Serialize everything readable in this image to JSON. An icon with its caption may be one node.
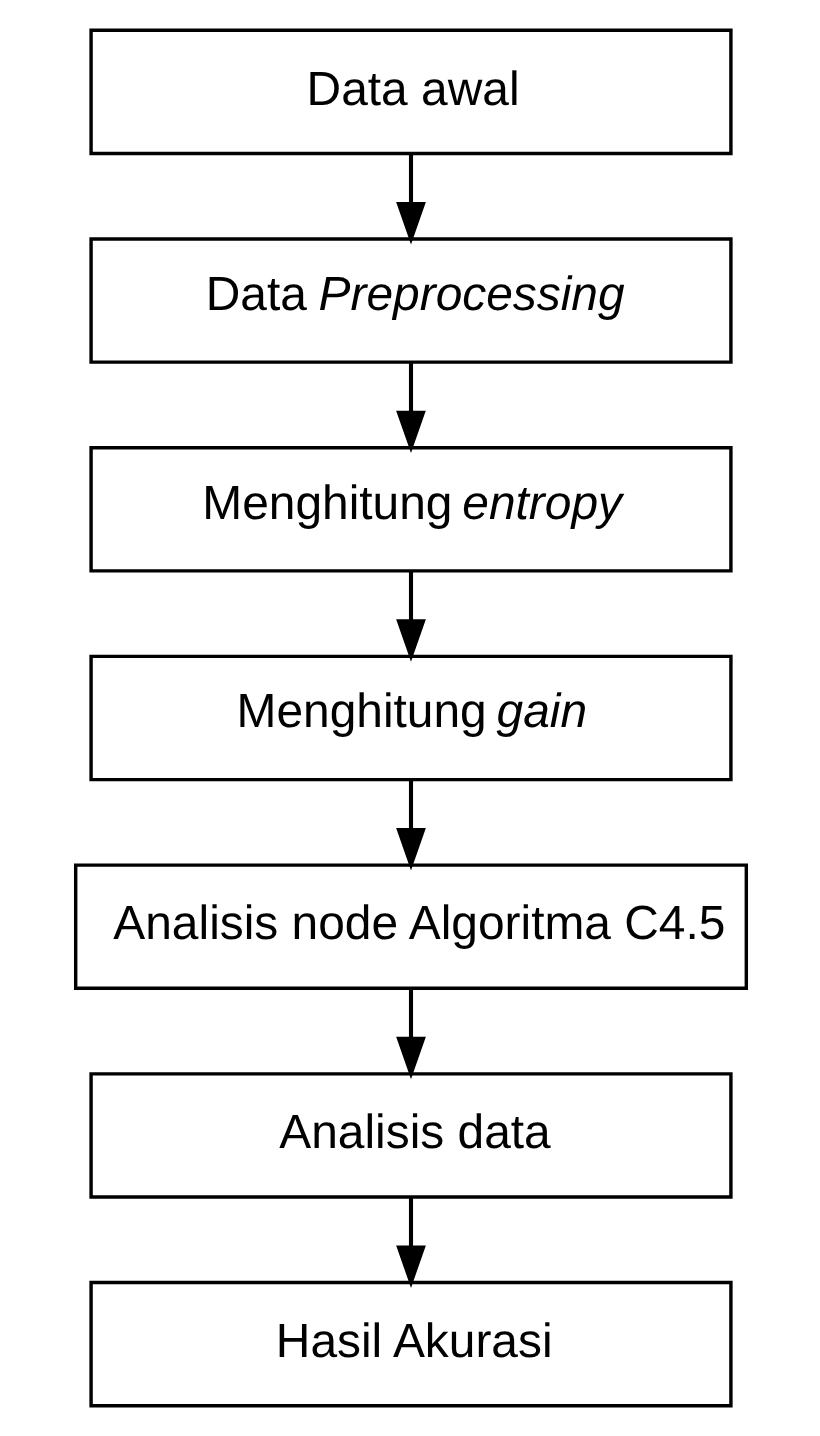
{
  "diagram": {
    "nodes": [
      {
        "text": [
          "Data awal"
        ]
      },
      {
        "text": [
          "Data *Preprocessing*"
        ]
      },
      {
        "text": [
          "Menghitung *entropy*"
        ]
      },
      {
        "text": [
          "Menghitung *gain*"
        ]
      },
      {
        "text": [
          "Analisis node Algoritma C4.5"
        ]
      },
      {
        "text": [
          "Analisis data"
        ]
      },
      {
        "text": [
          "Hasil Akurasi"
        ]
      }
    ],
    "edges": [
      {
        "from": 0,
        "to": 1,
        "arrow": "to"
      },
      {
        "from": 1,
        "to": 2,
        "arrow": "to"
      },
      {
        "from": 2,
        "to": 3,
        "arrow": "to"
      },
      {
        "from": 3,
        "to": 4,
        "arrow": "to"
      },
      {
        "from": 4,
        "to": 5,
        "arrow": "to"
      },
      {
        "from": 5,
        "to": 6,
        "arrow": "to"
      }
    ]
  }
}
